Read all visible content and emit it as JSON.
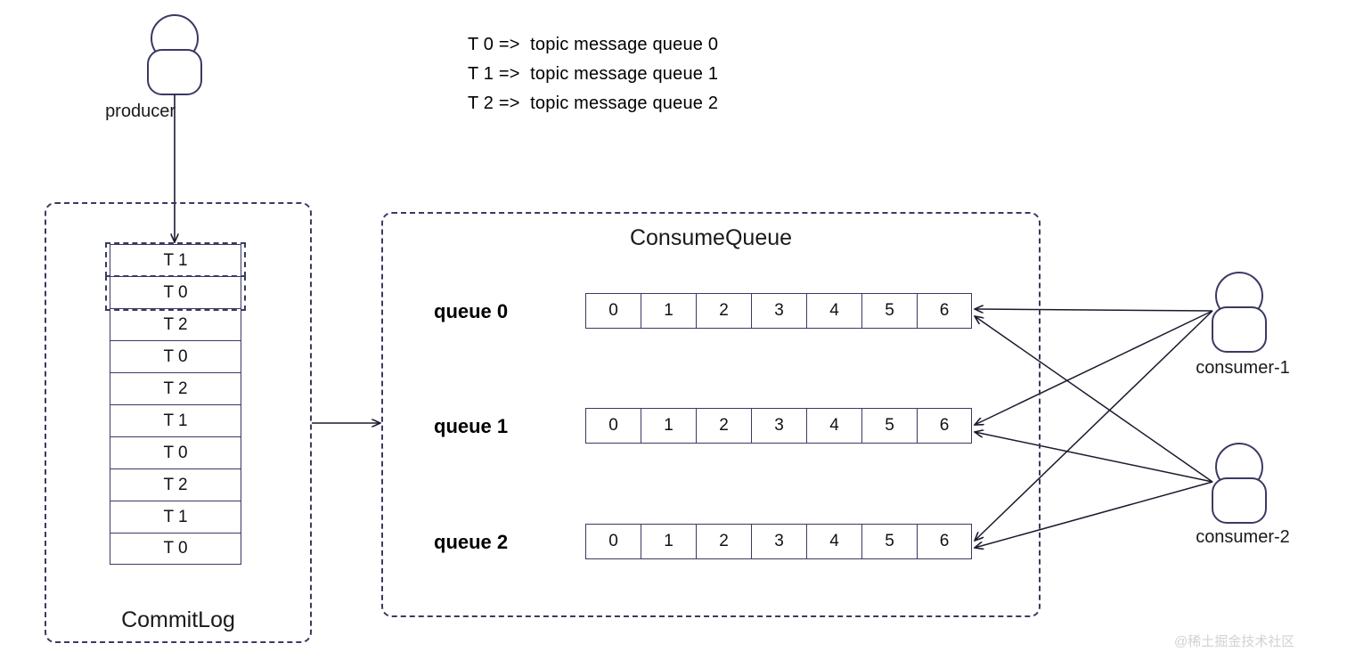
{
  "legend": {
    "rows": [
      "T 0 =>  topic message queue 0",
      "T 1 =>  topic message queue 1",
      "T 2 =>  topic message queue 2"
    ]
  },
  "commitlog": {
    "title": "CommitLog",
    "cells": [
      "T 1",
      "T 0",
      "T 2",
      "T 0",
      "T 2",
      "T 1",
      "T 0",
      "T 2",
      "T 1",
      "T 0"
    ]
  },
  "consumequeue": {
    "title": "ConsumeQueue",
    "queues": [
      {
        "label": "queue 0",
        "cells": [
          "0",
          "1",
          "2",
          "3",
          "4",
          "5",
          "6"
        ]
      },
      {
        "label": "queue 1",
        "cells": [
          "0",
          "1",
          "2",
          "3",
          "4",
          "5",
          "6"
        ]
      },
      {
        "label": "queue 2",
        "cells": [
          "0",
          "1",
          "2",
          "3",
          "4",
          "5",
          "6"
        ]
      }
    ]
  },
  "actors": {
    "producer": "producer",
    "consumer1": "consumer-1",
    "consumer2": "consumer-2"
  },
  "watermark": "@稀土掘金技术社区",
  "colors": {
    "stroke": "#3a3a63",
    "arrow": "#1a1a2e",
    "text": "#111111",
    "watermark": "#d2d2d2"
  }
}
